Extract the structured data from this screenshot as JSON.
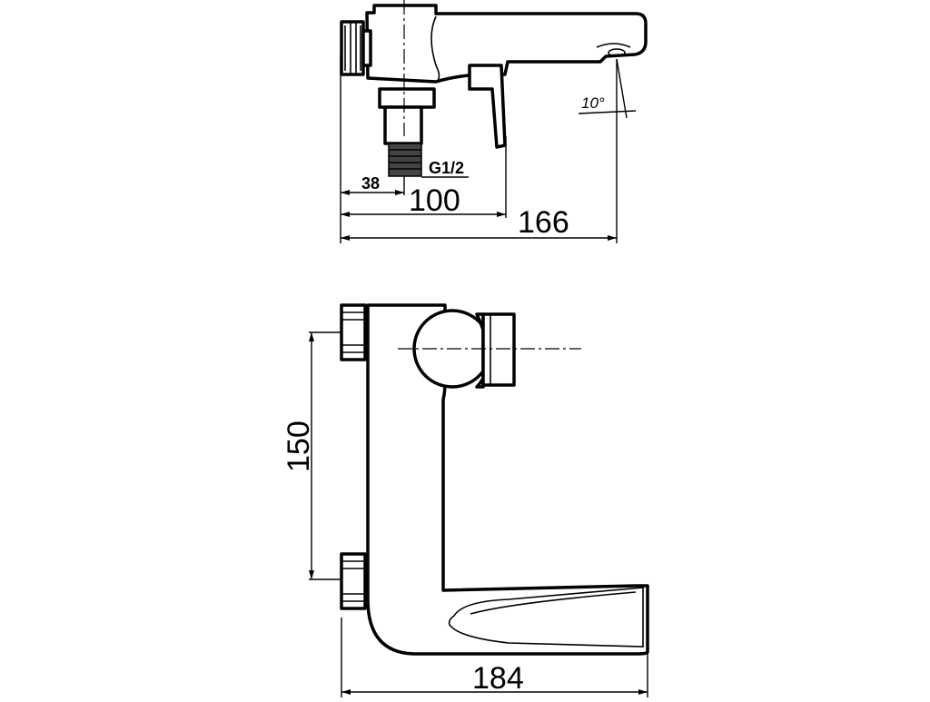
{
  "dimensions": {
    "thread_spec": "G1/2",
    "offset_38": "38",
    "depth_100": "100",
    "depth_166": "166",
    "spout_angle": "10°",
    "centers_150": "150",
    "width_184": "184"
  }
}
